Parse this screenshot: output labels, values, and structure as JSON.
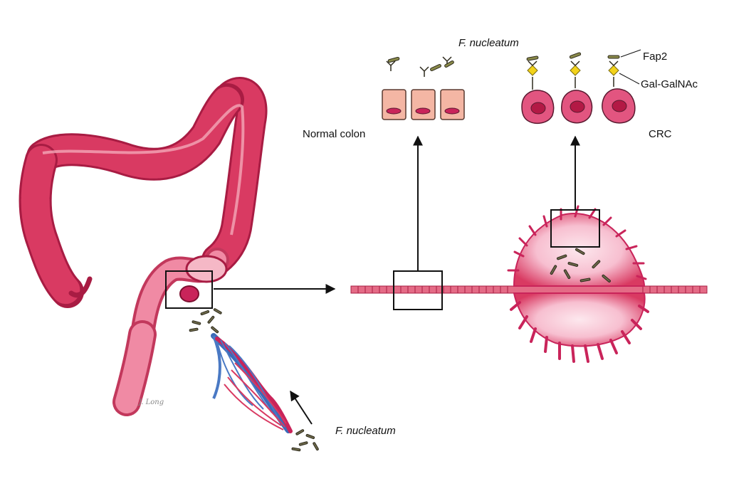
{
  "labels": {
    "fn_top": "F. nucleatum",
    "fn_bottom": "F. nucleatum",
    "normal_colon": "Normal colon",
    "crc": "CRC",
    "fap2": "Fap2",
    "galgalnac": "Gal-GalNAc"
  },
  "signature": "J. Long",
  "colors": {
    "colon_red": "#d93a62",
    "colon_dark": "#a81c43",
    "colon_light": "#f08aa4",
    "normal_cell": "#f4b6a4",
    "nucleus": "#c9245a",
    "vein_blue": "#4a79c4",
    "bacteria": "#6e6a4a",
    "galnac_yellow": "#f2d21a"
  },
  "icons": {
    "arrow": "arrow-icon",
    "bacterium": "bacterium-icon",
    "fap2": "fap2-adhesin-icon",
    "galnac": "gal-galnac-diamond-icon"
  }
}
